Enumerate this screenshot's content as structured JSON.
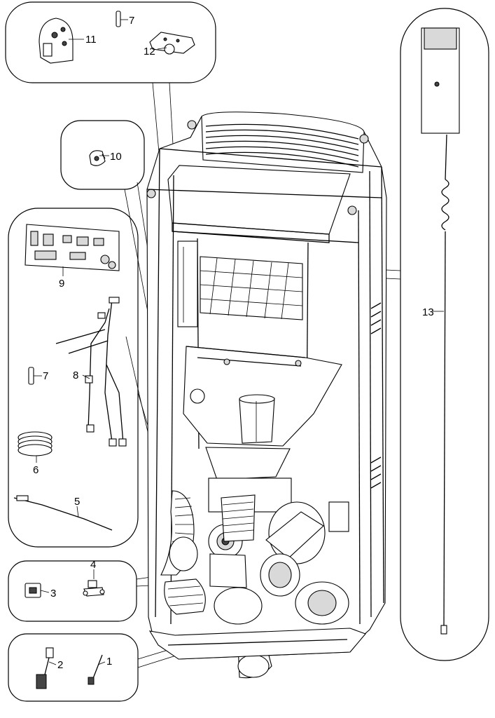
{
  "callouts": [
    {
      "id": "1",
      "label": "1"
    },
    {
      "id": "2",
      "label": "2"
    },
    {
      "id": "3",
      "label": "3"
    },
    {
      "id": "4",
      "label": "4"
    },
    {
      "id": "5",
      "label": "5"
    },
    {
      "id": "6",
      "label": "6"
    },
    {
      "id": "7a",
      "label": "7"
    },
    {
      "id": "7b",
      "label": "7"
    },
    {
      "id": "8",
      "label": "8"
    },
    {
      "id": "9",
      "label": "9"
    },
    {
      "id": "10",
      "label": "10"
    },
    {
      "id": "11",
      "label": "11"
    },
    {
      "id": "12",
      "label": "12"
    },
    {
      "id": "13",
      "label": "13"
    }
  ]
}
